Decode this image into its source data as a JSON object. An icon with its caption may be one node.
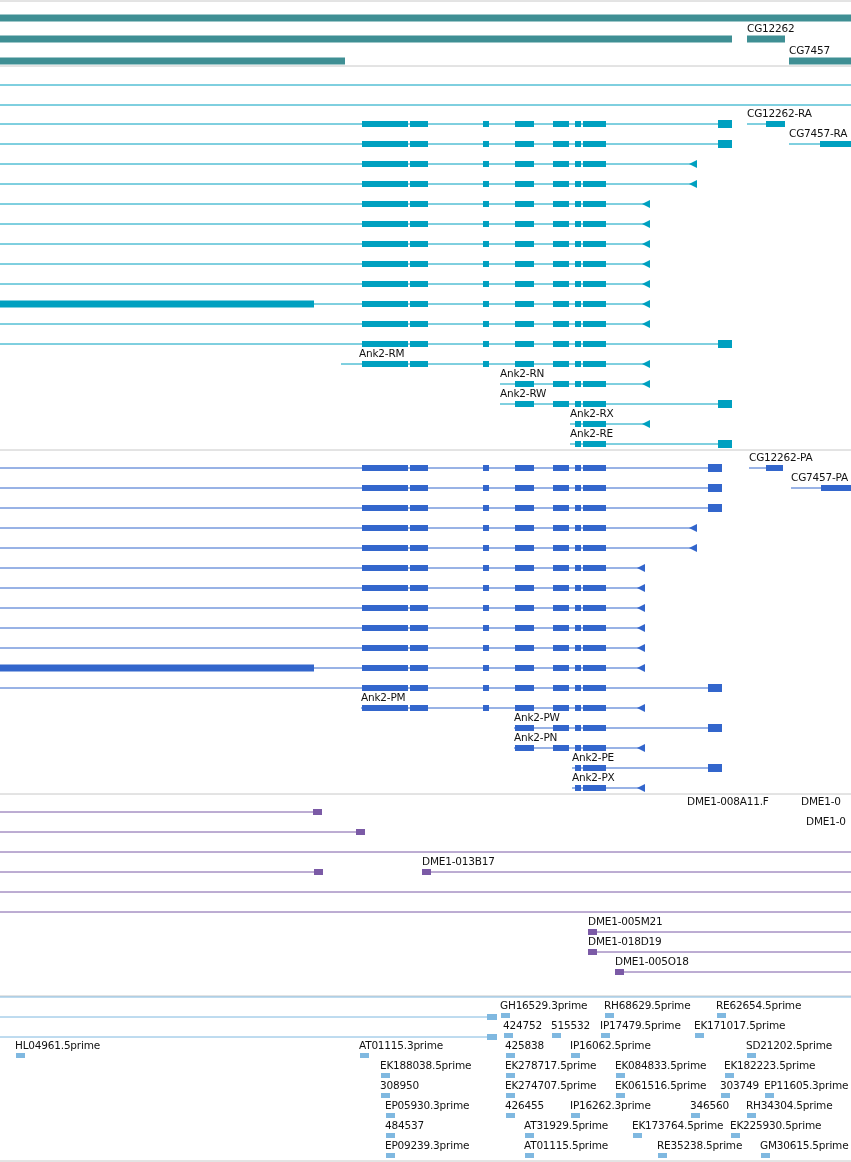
{
  "diagram": {
    "labels": [
      "CG12262",
      "CG7457",
      "CG12262-RA",
      "CG7457-RA",
      "Ank2-RM",
      "Ank2-RN",
      "Ank2-RW",
      "Ank2-RX",
      "Ank2-RE",
      "CG12262-PA",
      "CG7457-PA",
      "Ank2-PM",
      "Ank2-PW",
      "Ank2-PN",
      "Ank2-PE",
      "Ank2-PX",
      "DME1-008A11.F",
      "DME1-0",
      "DME1-0",
      "DME1-013B17",
      "DME1-005M21",
      "DME1-018D19",
      "DME1-005O18",
      "GH16529.3prime",
      "RH68629.5prime",
      "RE62654.5prime",
      "424752",
      "515532",
      "IP17479.5prime",
      "EK171017.5prime",
      "HL04961.5prime",
      "AT01115.3prime",
      "425838",
      "IP16062.5prime",
      "SD21202.5prime",
      "EK188038.5prime",
      "EK278717.5prime",
      "EK084833.5prime",
      "EK182223.5prime",
      "308950",
      "EK274707.5prime",
      "EK061516.5prime",
      "303749",
      "EP11605.3prime",
      "EP05930.3prime",
      "426455",
      "IP16262.3prime",
      "346560",
      "RH34304.5prime",
      "484537",
      "AT31929.5prime",
      "EK173764.5prime",
      "EK225930.5prime",
      "EP09239.3prime",
      "AT01115.5prime",
      "RE35238.5prime",
      "GM30615.5prime"
    ]
  }
}
